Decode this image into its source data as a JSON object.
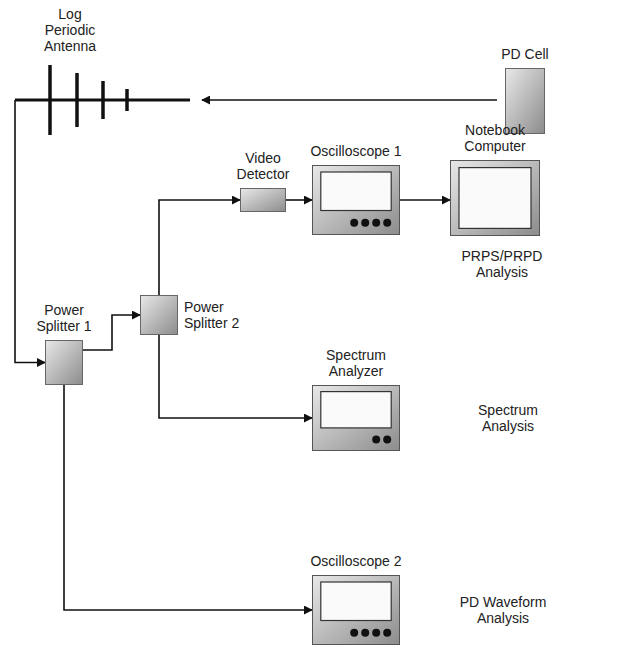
{
  "diagram": {
    "nodes": [
      {
        "text": [
          "Log Periodic Antenna"
        ]
      },
      {
        "text": [
          "PD Cell"
        ]
      },
      {
        "text": [
          "Video Detector"
        ]
      },
      {
        "text": [
          "Oscilloscope 1"
        ]
      },
      {
        "text": [
          "Notebook Computer"
        ]
      },
      {
        "text": [
          "Power Splitter 1"
        ]
      },
      {
        "text": [
          "Power Splitter 2"
        ]
      },
      {
        "text": [
          "Spectrum Analyzer"
        ]
      },
      {
        "text": [
          "Oscilloscope 2"
        ]
      }
    ],
    "edges": [
      {
        "from": 1,
        "to": 0,
        "arrow": "to"
      },
      {
        "from": 0,
        "to": 5,
        "arrow": "to"
      },
      {
        "from": 5,
        "to": 6,
        "arrow": "to"
      },
      {
        "from": 5,
        "to": 8,
        "arrow": "to"
      },
      {
        "from": 6,
        "to": 2,
        "arrow": "to"
      },
      {
        "from": 6,
        "to": 7,
        "arrow": "to"
      },
      {
        "from": 2,
        "to": 3,
        "arrow": "to"
      },
      {
        "from": 3,
        "to": 4,
        "arrow": "to"
      }
    ],
    "labels": [
      "PRPS/PRPD Analysis",
      "Spectrum Analysis",
      "PD Waveform Analysis"
    ]
  }
}
